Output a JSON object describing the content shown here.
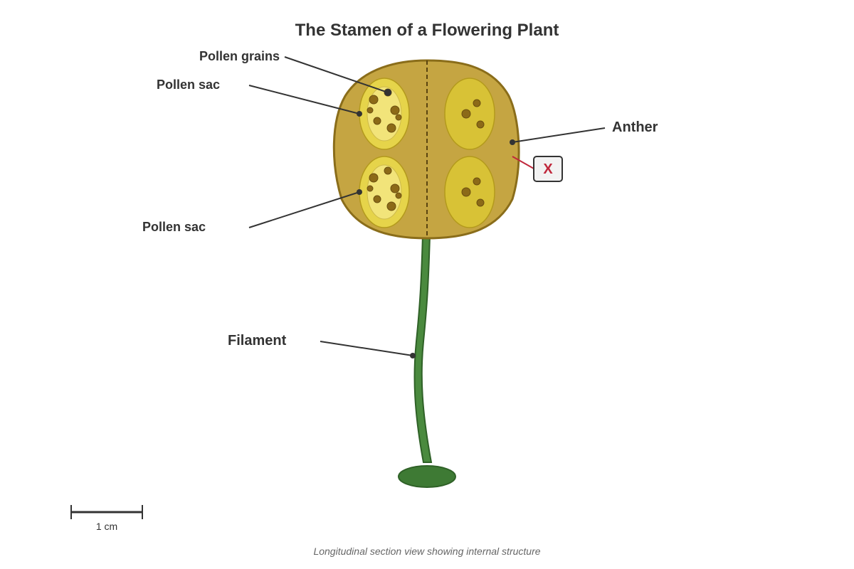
{
  "title": "The Stamen of a Flowering Plant",
  "labels": {
    "pollen_grains": "Pollen grains",
    "pollen_sac_upper": "Pollen sac",
    "pollen_sac_lower": "Pollen sac",
    "anther": "Anther",
    "filament": "Filament",
    "unknown_marker": "X"
  },
  "scale_bar": {
    "label": "1 cm"
  },
  "caption": "Longitudinal section view showing internal structure",
  "colors": {
    "anther_fill": "#c5a542",
    "anther_stroke": "#8a6d1a",
    "sac_fill": "#e6d44a",
    "sac_inner": "#f2e47a",
    "sac_right_fill": "#d8c236",
    "grain": "#8c6a18",
    "filament": "#4a8a3e",
    "filament_stroke": "#2f6127",
    "base": "#3e7a34",
    "marker_line": "#c0283c",
    "leader": "#333333"
  }
}
